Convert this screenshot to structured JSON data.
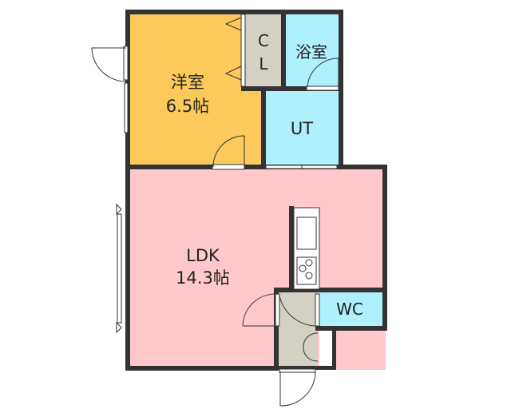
{
  "floorplan": {
    "rooms": {
      "western_room": {
        "name": "洋室",
        "size": "6.5帖"
      },
      "closet": {
        "line1": "C",
        "line2": "L"
      },
      "bathroom": {
        "name": "浴室"
      },
      "utility": {
        "name": "UT"
      },
      "ldk": {
        "name": "LDK",
        "size": "14.3帖"
      },
      "toilet": {
        "name": "WC"
      }
    },
    "colors": {
      "western_room": "#fcc95a",
      "ldk": "#ffc9cb",
      "wet_area": "#aef0fc",
      "storage": "#d4d1c4",
      "wall": "#333333"
    }
  }
}
